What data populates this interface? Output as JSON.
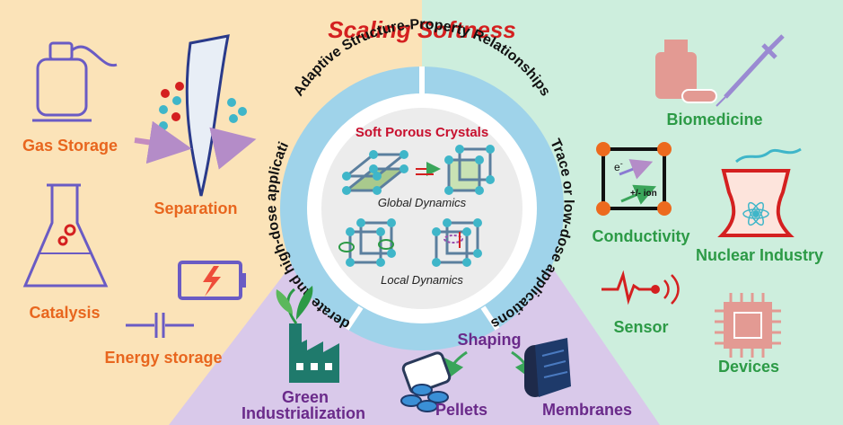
{
  "title": "Scaling Softness",
  "ring": {
    "top": "Adaptive Structure-Property Relationships",
    "left": "Moderate and high-dose applications",
    "right": "Trace or low-dose applications"
  },
  "center": {
    "heading": "Soft Porous Crystals",
    "global": "Global Dynamics",
    "local": "Local Dynamics"
  },
  "left_panel": {
    "gas_storage": "Gas Storage",
    "separation": "Separation",
    "catalysis": "Catalysis",
    "energy_storage": "Energy storage"
  },
  "right_panel": {
    "biomedicine": "Biomedicine",
    "conductivity": "Conductivity",
    "electron": "e",
    "electron_sup": "-",
    "ion": "+/- ion",
    "nuclear_industry": "Nuclear Industry",
    "sensor": "Sensor",
    "devices": "Devices"
  },
  "bottom_panel": {
    "green_line1": "Green",
    "green_line2": "Industrialization",
    "shaping": "Shaping",
    "pellets": "Pellets",
    "membranes": "Membranes"
  },
  "colors": {
    "left_bg": "#fbe3b8",
    "right_bg": "#cdeedd",
    "bottom_bg": "#d9c9ea",
    "ring": "#9fd3ea",
    "title": "#d42020",
    "orange": "#e8661e",
    "green": "#2c9a46",
    "purple": "#6a2a8a"
  }
}
